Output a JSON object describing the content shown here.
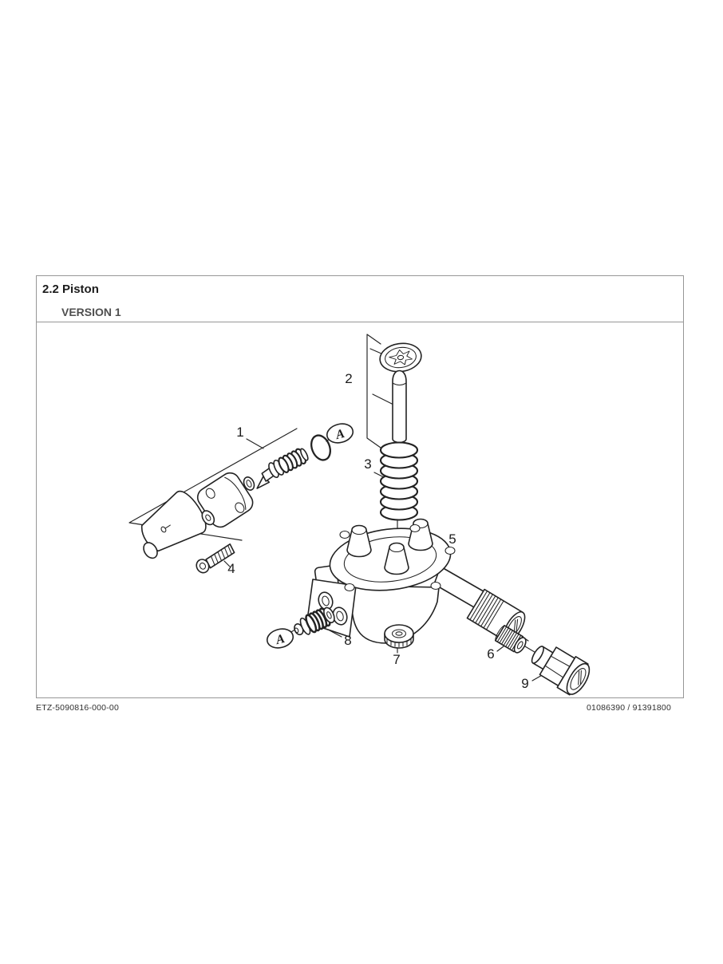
{
  "header": {
    "section_title": "2.2 Piston",
    "version_label": "VERSION 1"
  },
  "diagram": {
    "callouts": [
      {
        "label": "1"
      },
      {
        "label": "2"
      },
      {
        "label": "3"
      },
      {
        "label": "4"
      },
      {
        "label": "5"
      },
      {
        "label": "6"
      },
      {
        "label": "7"
      },
      {
        "label": "8"
      },
      {
        "label": "9"
      }
    ],
    "detail_markers": [
      {
        "label": "A"
      },
      {
        "label": "A"
      }
    ]
  },
  "footer": {
    "left_code": "ETZ-5090816-000-00",
    "right_code": "01086390 / 91391800"
  },
  "colors": {
    "background": "#ffffff",
    "line": "#232323",
    "frame_border": "#979797",
    "title_text": "#1c1c1c",
    "version_text": "#4f4f4f",
    "footer_text": "#303030"
  }
}
